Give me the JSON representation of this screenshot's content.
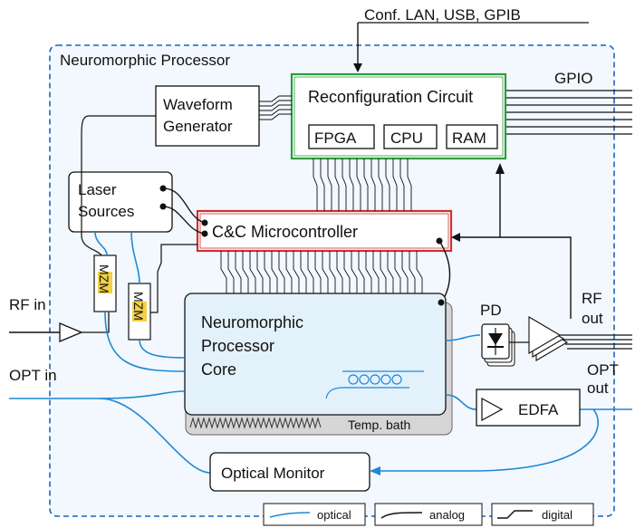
{
  "external": {
    "conf_label": "Conf. LAN, USB, GPIB",
    "gpio_label": "GPIO",
    "rf_in_label": "RF in",
    "opt_in_label": "OPT in",
    "rf_out_label": "RF\nout",
    "opt_out_label": "OPT\nout"
  },
  "processor": {
    "title": "Neuromorphic Processor"
  },
  "blocks": {
    "waveform_generator": "Waveform\nGenerator",
    "reconfiguration_circuit": "Reconfiguration Circuit",
    "fpga": "FPGA",
    "cpu": "CPU",
    "ram": "RAM",
    "laser_sources": "Laser\nSources",
    "cc_microcontroller": "C&C Microcontroller",
    "mzm_1": "MZM",
    "mzm_2": "MZM",
    "core": "Neuromorphic\nProcessor\nCore",
    "temp_bath": "Temp. bath",
    "pd": "PD",
    "edfa": "EDFA",
    "optical_monitor": "Optical Monitor"
  },
  "legend": {
    "optical": "optical",
    "analog": "analog",
    "digital": "digital"
  },
  "colors": {
    "optical": "#1e88d6",
    "analog": "#111111",
    "processor_border": "#1565c0",
    "processor_bg": "#f2f8fd",
    "reconf_border": "#2e9b3a",
    "cc_border": "#d32f2f",
    "core_bg": "#e3f1fb",
    "mzm_highlight": "#f0c419"
  }
}
